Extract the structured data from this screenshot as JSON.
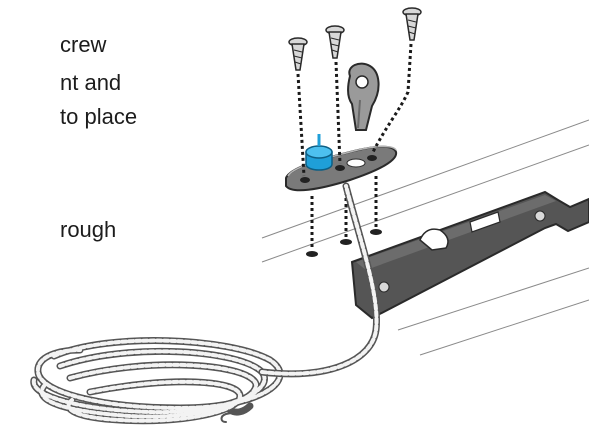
{
  "instructions": {
    "lines": [
      "crew",
      "nt and",
      "to place",
      "rough"
    ]
  },
  "colors": {
    "background": "#ffffff",
    "text": "#1c1c1c",
    "bracket": "#555555",
    "knob": "#1f9fd8",
    "base": "#7a7a7a"
  }
}
